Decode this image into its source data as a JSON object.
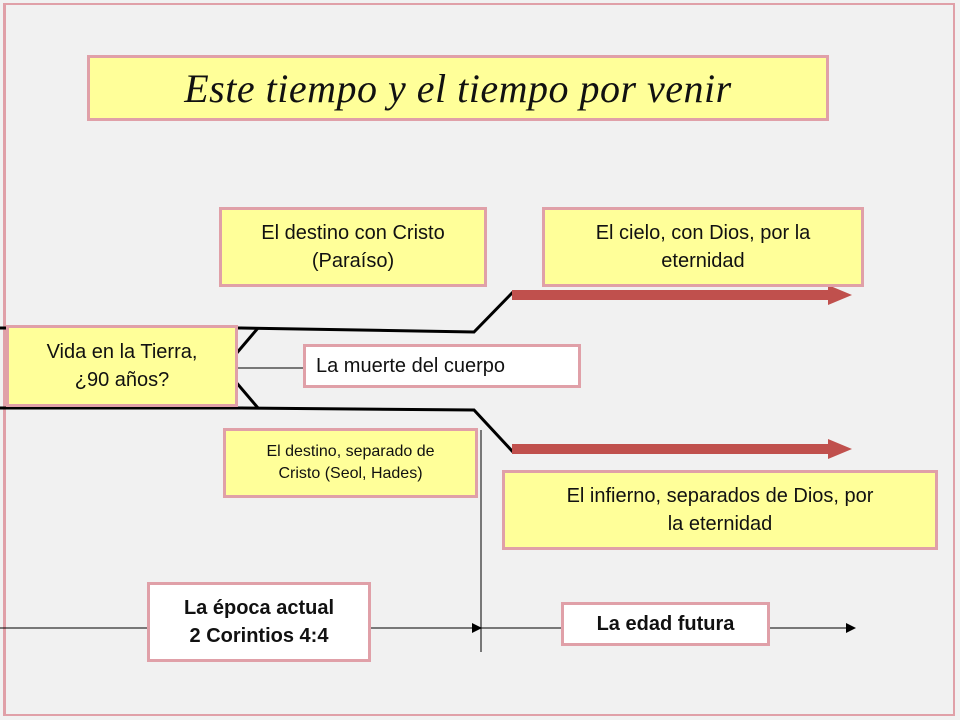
{
  "title": "Este tiempo y el tiempo por venir",
  "colors": {
    "background": "#f1f1f1",
    "box_fill": "#ffff99",
    "box_border": "#e0a0a8",
    "arrow": "#c0504d",
    "line": "#000000"
  },
  "boxes": {
    "destiny_with_christ": "El destino con Cristo\n(Paraíso)",
    "heaven": "El cielo, con Dios, por la\neternidad",
    "life_on_earth": "Vida en la Tierra,\n¿90 años?",
    "death_of_body": "La muerte del cuerpo",
    "destiny_separated": "El destino, separado de\nCristo (Seol, Hades)",
    "hell": "El infierno, separados de Dios, por\nla eternidad",
    "present_age": "La época actual\n2 Corintios 4:4",
    "future_age": "La edad futura"
  }
}
